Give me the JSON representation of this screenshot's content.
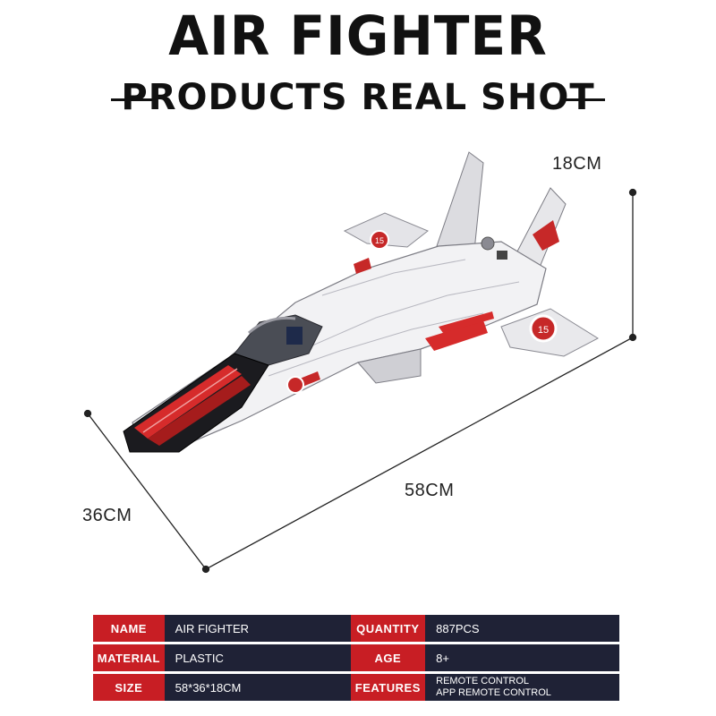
{
  "header": {
    "title": "AIR FIGHTER",
    "subtitle": "PRODUCTS REAL SHOT"
  },
  "dimensions": {
    "height": "18CM",
    "length": "58CM",
    "width": "36CM"
  },
  "specs": {
    "name_label": "NAME",
    "name_value": "AIR FIGHTER",
    "quantity_label": "QUANTITY",
    "quantity_value": "887PCS",
    "material_label": "MATERIAL",
    "material_value": "PLASTIC",
    "age_label": "AGE",
    "age_value": "8+",
    "size_label": "SIZE",
    "size_value": "58*36*18CM",
    "features_label": "FEATURES",
    "features_line1": "REMOTE CONTROL",
    "features_line2": "APP REMOTE CONTROL"
  },
  "decal": {
    "number": "15"
  },
  "colors": {
    "label_bg": "#c81e24",
    "value_bg": "#1f2236",
    "accent_red": "#d62b2b"
  }
}
